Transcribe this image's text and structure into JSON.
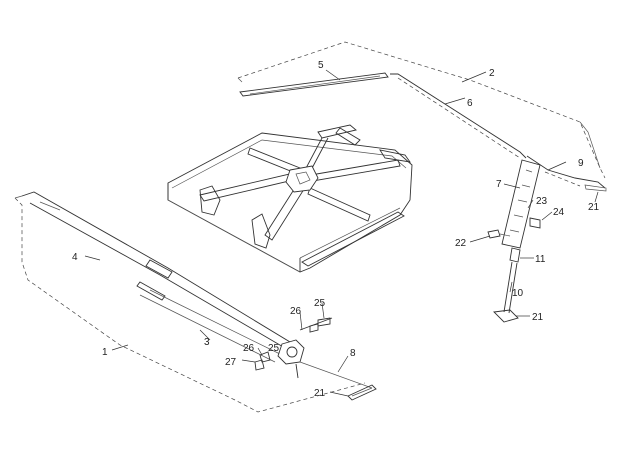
{
  "callouts": {
    "c1": "1",
    "c2": "2",
    "c3": "3",
    "c4": "4",
    "c5": "5",
    "c6": "6",
    "c7": "7",
    "c8": "8",
    "c9": "9",
    "c10": "10",
    "c11": "11",
    "c21a": "21",
    "c21b": "21",
    "c21c": "21",
    "c22": "22",
    "c23": "23",
    "c24": "24",
    "c25a": "25",
    "c25b": "25",
    "c26a": "26",
    "c26b": "26",
    "c27": "27"
  }
}
